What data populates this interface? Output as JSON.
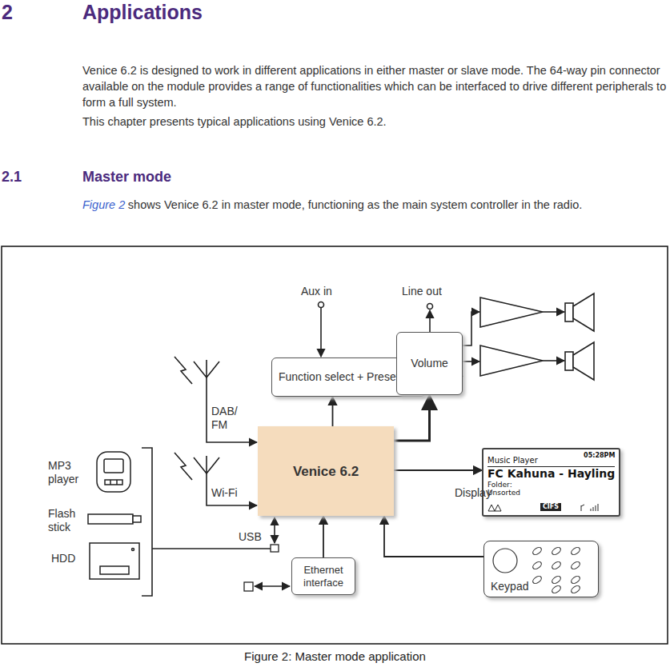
{
  "diagram": {
    "title": "Applications",
    "caption": "Figure 2: Master mode application",
    "nodes": [
      {
        "text": [
          "Function select + Preset EQ"
        ]
      },
      {
        "text": [
          "Volume"
        ]
      },
      {
        "text": [
          "Venice 6.2"
        ]
      },
      {
        "text": [
          "Display",
          "Music Player",
          "05:28PM",
          "FC Kahuna - Hayling",
          "Folder: Unsorted",
          "CIFS"
        ]
      },
      {
        "text": [
          "Ethernet interface"
        ]
      },
      {
        "text": [
          "Keypad"
        ]
      }
    ],
    "edges": [
      {
        "from": 2,
        "to": 0,
        "arrow": "to"
      },
      {
        "from": 0,
        "to": 1,
        "arrow": "to"
      },
      {
        "from": 2,
        "to": 1,
        "arrow": "to"
      },
      {
        "from": 2,
        "to": 3,
        "arrow": "to"
      },
      {
        "from": 4,
        "to": 2,
        "arrow": "to"
      },
      {
        "from": 5,
        "to": 2,
        "arrow": "to"
      }
    ],
    "labels": [
      "2",
      "2.1",
      "Master mode",
      "Venice 6.2 is designed to work in different applications in either master or slave mode. The 64-way pin connector available on the module provides a range of functionalities which can be interfaced to drive different peripherals to form a full system.",
      "This chapter presents typical applications using Venice 6.2.",
      "Figure 2",
      "shows Venice 6.2 in master mode, functioning as the main system controller in the radio.",
      "Aux in",
      "Line out",
      "DAB/ FM",
      "Wi-Fi",
      "MP3 player",
      "Flash stick",
      "HDD",
      "USB"
    ]
  }
}
